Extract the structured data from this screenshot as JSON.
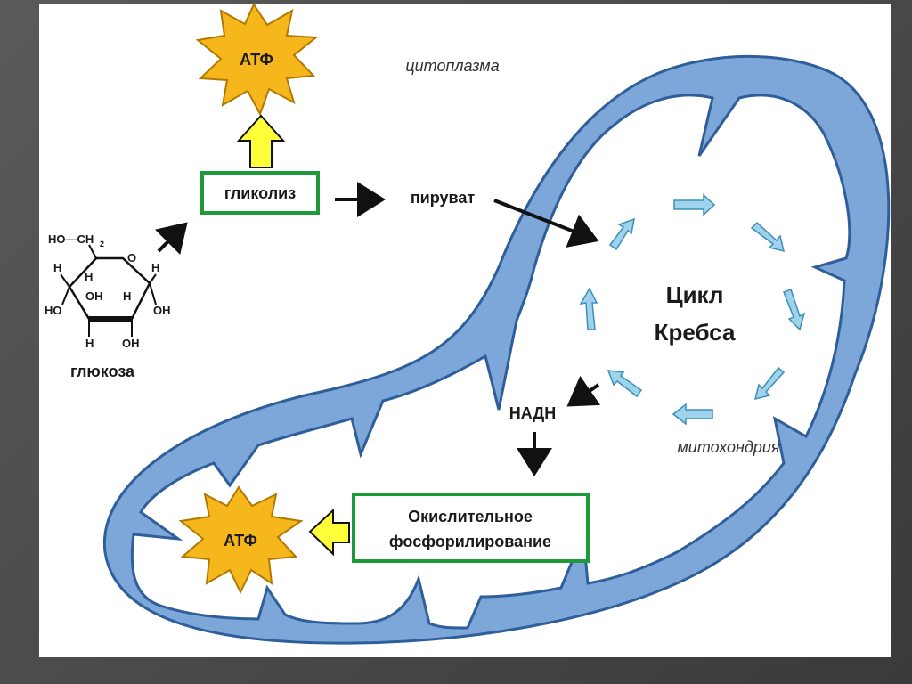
{
  "labels": {
    "atp_top": "АТФ",
    "cytoplasm": "цитоплазма",
    "glycolysis": "гликолиз",
    "pyruvate": "пируват",
    "krebs_line1": "Цикл",
    "krebs_line2": "Кребса",
    "nadh": "НАДН",
    "mitochondrion": "митохондрия",
    "oxphos_line1": "Окислительное",
    "oxphos_line2": "фосфорилирование",
    "atp_bottom": "АТФ",
    "glucose": "глюкоза"
  },
  "glucose_structure": {
    "ho_ch2": "HO—CH",
    "ch2_sub": "2",
    "ring_o": "O",
    "h_top_left": "H",
    "h_top_right": "H",
    "h_inner_left": "H",
    "oh_inner_1": "OH",
    "h_inner_right": "H",
    "ho_left": "HO",
    "oh_right": "OH",
    "h_bottom": "H",
    "oh_bottom": "OH"
  },
  "colors": {
    "membrane_fill": "#7da7d9",
    "membrane_stroke": "#2f5f9a",
    "box_border": "#1e9a3a",
    "star_fill": "#f5b71c",
    "star_stroke": "#b07a00",
    "up_arrow_fill": "#ffff3a",
    "cycle_arrow_fill": "#9fd3ec",
    "cycle_arrow_stroke": "#3c8fb8"
  }
}
